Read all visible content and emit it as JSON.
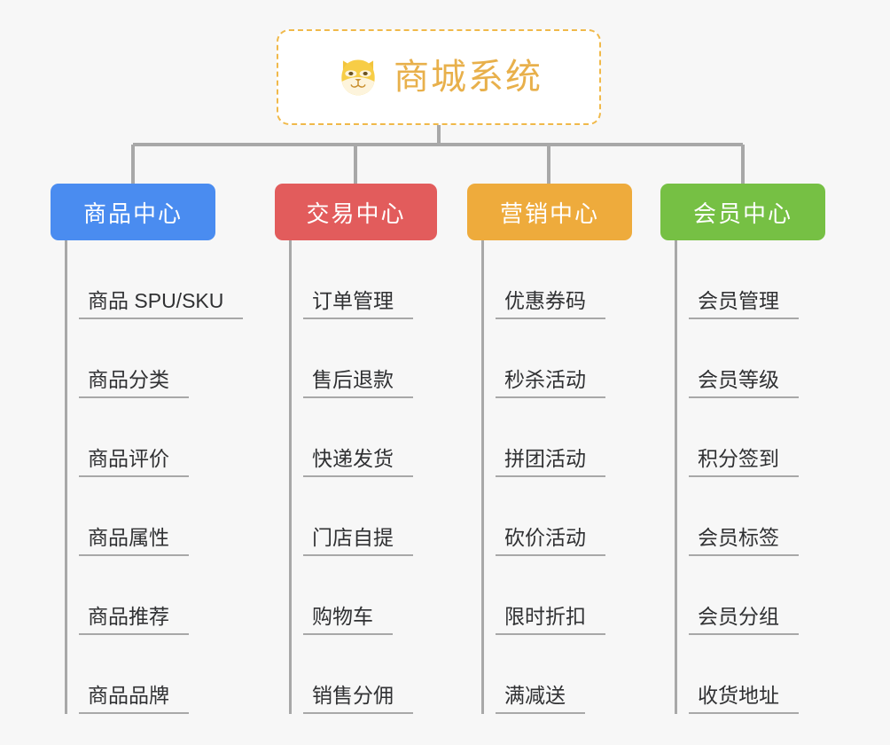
{
  "canvas": {
    "background": "#f7f7f7",
    "line_color": "#a8a8a8"
  },
  "root": {
    "title": "商城系统",
    "icon": "dog-face-icon",
    "text_color": "#e8b04b",
    "border_color": "#f0b94a",
    "background": "#ffffff"
  },
  "branches": [
    {
      "id": "product-center",
      "label": "商品中心",
      "color": "#4a8cf0",
      "items": [
        "商品 SPU/SKU",
        "商品分类",
        "商品评价",
        "商品属性",
        "商品推荐",
        "商品品牌"
      ]
    },
    {
      "id": "trade-center",
      "label": "交易中心",
      "color": "#e25c5c",
      "items": [
        "订单管理",
        "售后退款",
        "快递发货",
        "门店自提",
        "购物车",
        "销售分佣"
      ]
    },
    {
      "id": "marketing-center",
      "label": "营销中心",
      "color": "#eeab3c",
      "items": [
        "优惠券码",
        "秒杀活动",
        "拼团活动",
        "砍价活动",
        "限时折扣",
        "满减送"
      ]
    },
    {
      "id": "member-center",
      "label": "会员中心",
      "color": "#76c044",
      "items": [
        "会员管理",
        "会员等级",
        "积分签到",
        "会员标签",
        "会员分组",
        "收货地址"
      ]
    }
  ]
}
